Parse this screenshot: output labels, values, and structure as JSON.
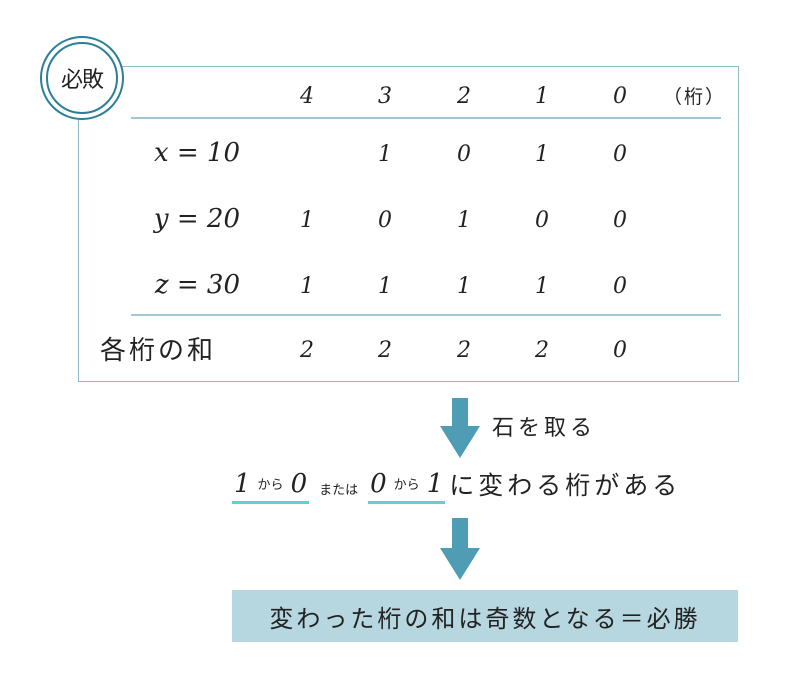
{
  "badge": {
    "label": "必敗"
  },
  "table": {
    "unit_label": "（桁）",
    "digit_headers": [
      "4",
      "3",
      "2",
      "1",
      "0"
    ],
    "rows": [
      {
        "label": "x = 10",
        "digits": [
          "",
          "1",
          "0",
          "1",
          "0"
        ]
      },
      {
        "label": "y = 20",
        "digits": [
          "1",
          "0",
          "1",
          "0",
          "0"
        ]
      },
      {
        "label": "z = 30",
        "digits": [
          "1",
          "1",
          "1",
          "1",
          "0"
        ]
      }
    ],
    "sum_row": {
      "label": "各桁の和",
      "digits": [
        "2",
        "2",
        "2",
        "2",
        "0"
      ]
    }
  },
  "step1": {
    "label": "石を取る"
  },
  "condition": {
    "a_from": "1",
    "a_kara": "から",
    "a_to": "0",
    "or": "または",
    "b_from": "0",
    "b_kara": "から",
    "b_to": "1",
    "rest": "に変わる桁がある"
  },
  "result": {
    "label": "変わった桁の和は奇数となる＝必勝"
  },
  "colors": {
    "badge": "#2b7f99",
    "box_border": "#8fbccb",
    "arrow": "#4e9db5",
    "underline": "#5fd3cf",
    "result_bg": "#b6d6e0"
  }
}
